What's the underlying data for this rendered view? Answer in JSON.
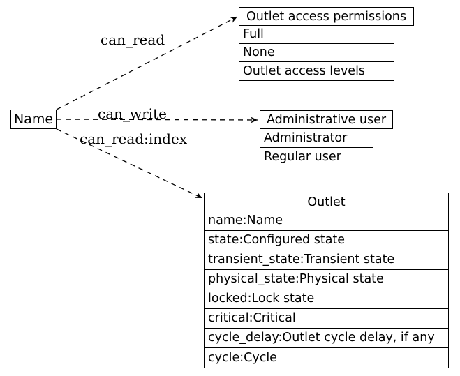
{
  "colors": {
    "background": "#ffffff",
    "line": "#000000",
    "text": "#000000"
  },
  "source_node": {
    "label": "Name"
  },
  "edges": [
    {
      "label": "can_read"
    },
    {
      "label": "can_write"
    },
    {
      "label": "can_read:index"
    }
  ],
  "tables": [
    {
      "title": "Outlet access permissions",
      "rows": [
        "Full",
        "None",
        "Outlet access levels"
      ]
    },
    {
      "title": "Administrative user",
      "rows": [
        "Administrator",
        "Regular user"
      ]
    },
    {
      "title": "Outlet",
      "rows": [
        "name:Name",
        "state:Configured state",
        "transient_state:Transient state",
        "physical_state:Physical state",
        "locked:Lock state",
        "critical:Critical",
        "cycle_delay:Outlet cycle delay, if any",
        "cycle:Cycle"
      ]
    }
  ]
}
